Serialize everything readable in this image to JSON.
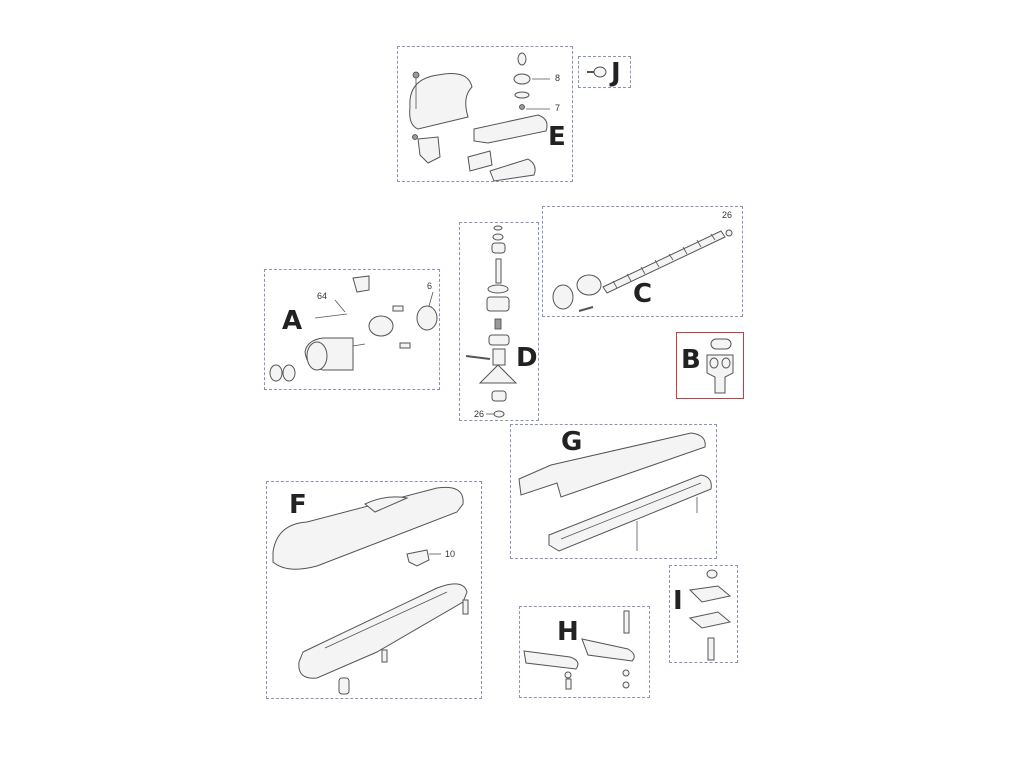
{
  "diagram": {
    "type": "exploded-parts-diagram",
    "groups": [
      {
        "id": "E",
        "label": "E",
        "callouts": [
          "8",
          "7"
        ]
      },
      {
        "id": "J",
        "label": "J",
        "callouts": []
      },
      {
        "id": "A",
        "label": "A",
        "callouts": [
          "64",
          "6"
        ]
      },
      {
        "id": "D",
        "label": "D",
        "callouts": [
          "26"
        ]
      },
      {
        "id": "C",
        "label": "C",
        "callouts": [
          "26"
        ]
      },
      {
        "id": "B",
        "label": "B",
        "callouts": [],
        "highlighted": true,
        "highlight_color": "#d13a3a"
      },
      {
        "id": "G",
        "label": "G",
        "callouts": []
      },
      {
        "id": "F",
        "label": "F",
        "callouts": [
          "10"
        ]
      },
      {
        "id": "H",
        "label": "H",
        "callouts": []
      },
      {
        "id": "I",
        "label": "I",
        "callouts": []
      }
    ]
  },
  "labels": {
    "E": "E",
    "J": "J",
    "A": "A",
    "D": "D",
    "C": "C",
    "B": "B",
    "G": "G",
    "F": "F",
    "H": "H",
    "I": "I"
  },
  "callouts": {
    "e_8": "8",
    "e_7": "7",
    "a_64": "64",
    "a_6": "6",
    "d_26": "26",
    "c_26": "26",
    "f_10": "10"
  },
  "colors": {
    "group_border": "#8a93b8",
    "highlight_border": "#d13a3a",
    "label_text": "#222222"
  }
}
